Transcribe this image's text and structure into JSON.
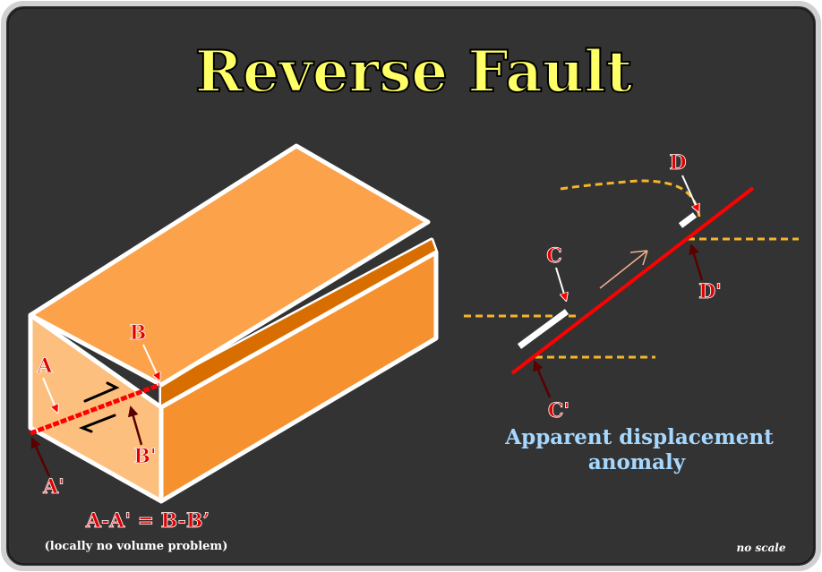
{
  "title": "Reverse Fault",
  "colors": {
    "background": "#333333",
    "title_fill": "#ffff66",
    "block_light": "#fcbf7e",
    "block_top": "#fba24a",
    "block_side": "#f6912f",
    "block_dark": "#d96e00",
    "fault_red": "#ff0000",
    "dashed_orange": "#f5b52a",
    "caption_blue": "#a6d8ff",
    "label_red": "#e00000"
  },
  "labels": {
    "a": "A",
    "a_prime": "A'",
    "b": "B",
    "b_prime": "B'",
    "c": "C",
    "c_prime": "C'",
    "d": "D",
    "d_prime": "D'"
  },
  "equation": "A-A' = B-B’",
  "equation_note": "(locally no volume problem)",
  "caption_line1": "Apparent displacement",
  "caption_line2": "anomaly",
  "scale_note": "no scale",
  "icons": {
    "shear_arrows": "half-arrow-pair-icon",
    "slip_arrow": "arrow-up-right-icon"
  }
}
